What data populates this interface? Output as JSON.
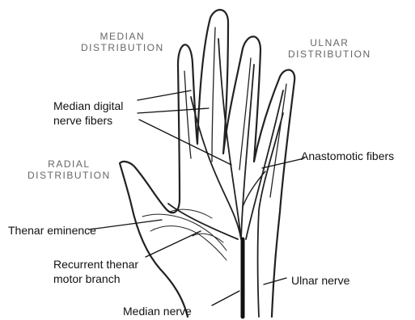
{
  "regions": {
    "median": [
      "MEDIAN",
      "DISTRIBUTION"
    ],
    "ulnar": [
      "ULNAR",
      "DISTRIBUTION"
    ],
    "radial": [
      "RADIAL",
      "DISTRIBUTION"
    ]
  },
  "labels": {
    "median_digital": [
      "Median digital",
      "nerve fibers"
    ],
    "anastomotic": "Anastomotic fibers",
    "thenar_eminence": "Thenar eminence",
    "recurrent_thenar": [
      "Recurrent thenar",
      "motor branch"
    ],
    "ulnar_nerve": "Ulnar nerve",
    "median_nerve": "Median nerve"
  }
}
